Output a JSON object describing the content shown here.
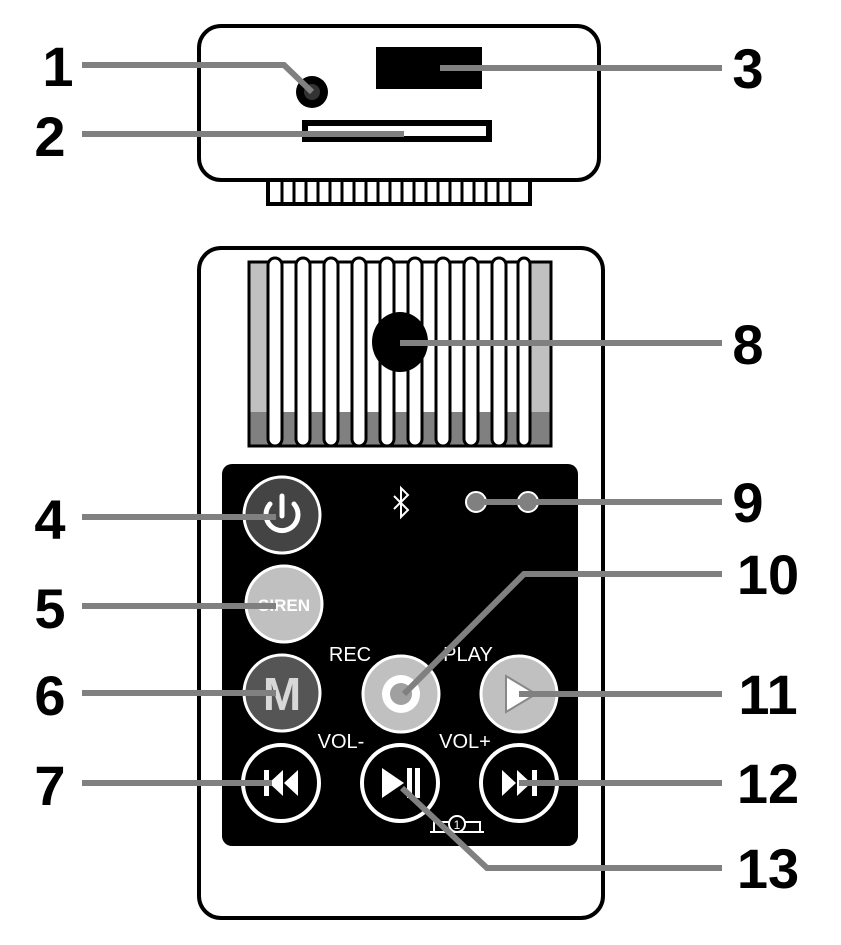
{
  "callouts": {
    "c1": "1",
    "c2": "2",
    "c3": "3",
    "c4": "4",
    "c5": "5",
    "c6": "6",
    "c7": "7",
    "c8": "8",
    "c9": "9",
    "c10": "10",
    "c11": "11",
    "c12": "12",
    "c13": "13"
  },
  "labels": {
    "rec": "REC",
    "play": "PLAY",
    "vol_minus": "VOL-",
    "vol_plus": "VOL+",
    "siren": "SIREN",
    "mode": "M",
    "repeat": "1"
  },
  "icons": {
    "power": "power-icon",
    "siren": "siren-icon",
    "mode": "mode-icon",
    "previous": "previous-track-icon",
    "play_pause": "play-pause-icon",
    "next": "next-track-icon",
    "record": "record-icon",
    "play": "play-icon",
    "bluetooth": "bluetooth-icon"
  },
  "colors": {
    "outline": "#000000",
    "leader": "#808080",
    "panel": "#000000",
    "button_gray": "#c8c8c8",
    "button_dark": "#4a4a4a"
  }
}
